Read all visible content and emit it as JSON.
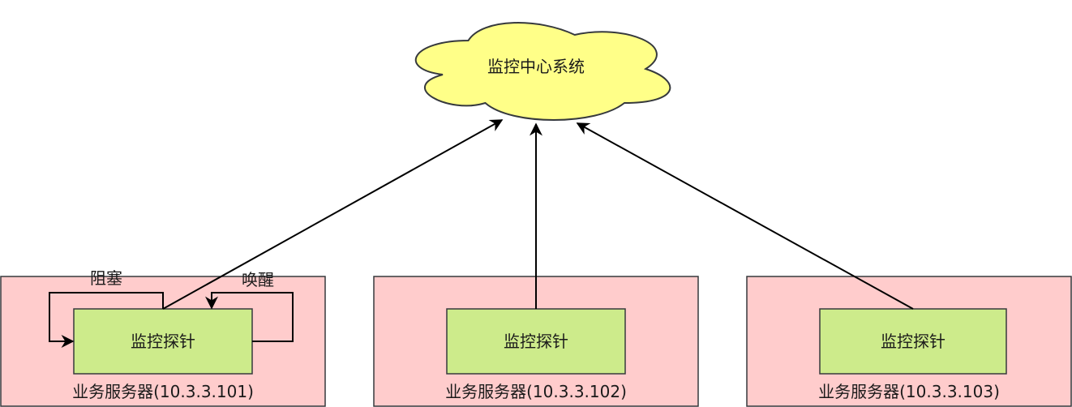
{
  "center": {
    "label": "监控中心系统",
    "color": "#ffff88"
  },
  "servers": [
    {
      "label": "业务服务器(10.3.3.101)",
      "probe": "监控探针"
    },
    {
      "label": "业务服务器(10.3.3.102)",
      "probe": "监控探针"
    },
    {
      "label": "业务服务器(10.3.3.103)",
      "probe": "监控探针"
    }
  ],
  "loops": {
    "block": "阻塞",
    "wake": "唤醒"
  },
  "colors": {
    "server": "#ffcccc",
    "probe": "#cdeb8b",
    "cloud": "#ffff88"
  }
}
